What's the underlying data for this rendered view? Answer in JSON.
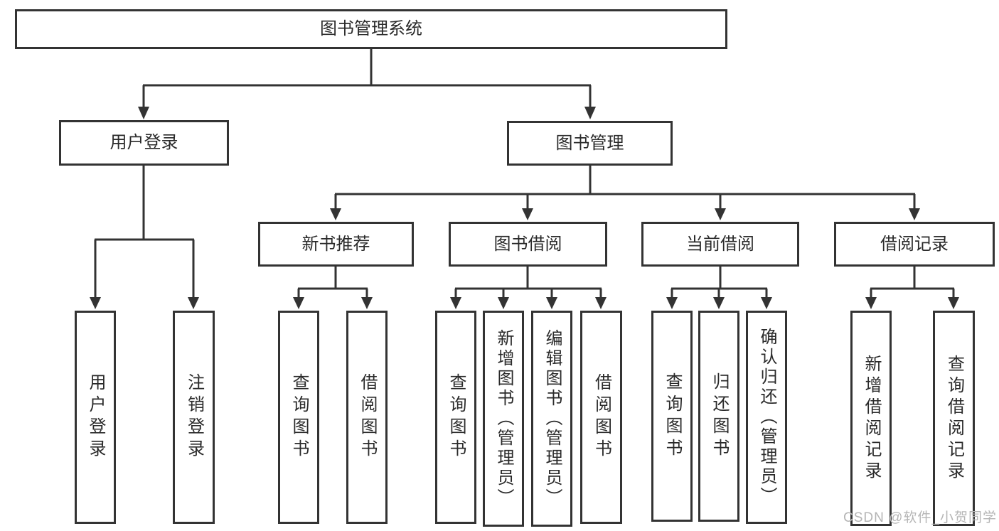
{
  "diagram": {
    "root": {
      "label": "图书管理系统"
    },
    "branches": [
      {
        "label": "用户登录",
        "leaves": [
          "用户登录",
          "注销登录"
        ]
      },
      {
        "label": "图书管理",
        "groups": [
          {
            "label": "新书推荐",
            "leaves": [
              "查询图书",
              "借阅图书"
            ]
          },
          {
            "label": "图书借阅",
            "leaves": [
              "查询图书",
              "新增图书（管理员）",
              "编辑图书（管理员）",
              "借阅图书"
            ]
          },
          {
            "label": "当前借阅",
            "leaves": [
              "查询图书",
              "归还图书",
              "确认归还（管理员）"
            ]
          },
          {
            "label": "借阅记录",
            "leaves": [
              "新增借阅记录",
              "查询借阅记录"
            ]
          }
        ]
      }
    ]
  },
  "watermark": "CSDN @软件_小贺同学",
  "colors": {
    "line": "#333333",
    "text": "#2a2a2a",
    "background": "#ffffff",
    "watermark": "#b5b5b5"
  }
}
